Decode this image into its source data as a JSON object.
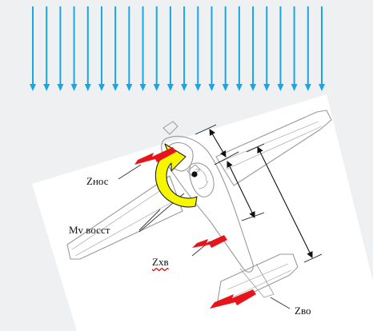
{
  "labels": {
    "z_nos": "Zнос",
    "m_vosst": "Mv восст",
    "z_xv": "Zхв",
    "z_vo": "Zво"
  },
  "colors": {
    "flow_arrow": "#19a6e6",
    "force_arrow": "#e8141c",
    "moment_arrow": "#f6f600",
    "aircraft_outline": "#9a9a9a",
    "dimension_line": "#111111"
  },
  "flow": {
    "arrow_count": 22
  }
}
